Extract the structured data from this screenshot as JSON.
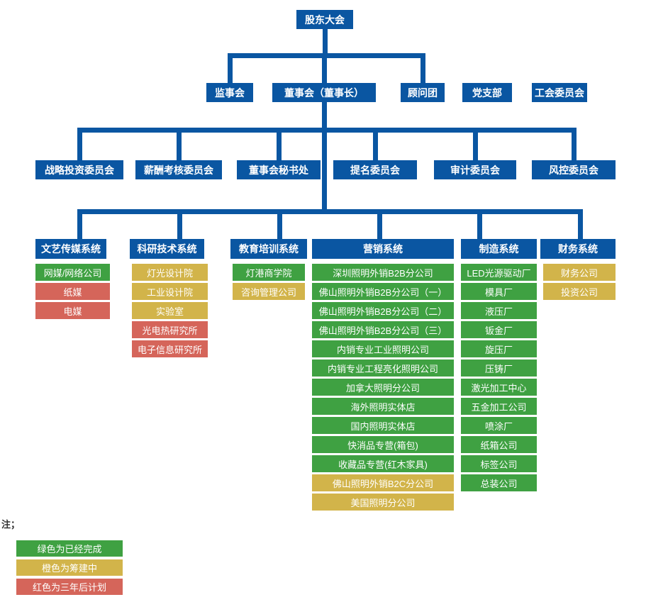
{
  "colors": {
    "node_blue": "#0A56A2",
    "status_green": "#3FA142",
    "status_yellow": "#D2B44A",
    "status_red": "#D5655A",
    "connector": "#0A56A2",
    "node_text": "#FFFFFF",
    "note_text": "#333333"
  },
  "root": {
    "label": "股东大会"
  },
  "level2": [
    {
      "id": "supervisory-board",
      "label": "监事会"
    },
    {
      "id": "board-of-directors",
      "label": "董事会（董事长）"
    },
    {
      "id": "advisory-group",
      "label": "顾问团"
    },
    {
      "id": "party-branch",
      "label": "党支部"
    },
    {
      "id": "union-committee",
      "label": "工会委员会"
    }
  ],
  "committees": [
    {
      "label": "战略投资委员会"
    },
    {
      "label": "薪酬考核委员会"
    },
    {
      "label": "董事会秘书处"
    },
    {
      "label": "提名委员会"
    },
    {
      "label": "审计委员会"
    },
    {
      "label": "风控委员会"
    }
  ],
  "systems": [
    {
      "label": "文艺传媒系统",
      "children": [
        {
          "label": "网媒/网络公司",
          "status": "green"
        },
        {
          "label": "纸媒",
          "status": "red"
        },
        {
          "label": "电媒",
          "status": "red"
        }
      ]
    },
    {
      "label": "科研技术系统",
      "children": [
        {
          "label": "灯光设计院",
          "status": "yellow"
        },
        {
          "label": "工业设计院",
          "status": "yellow"
        },
        {
          "label": "实验室",
          "status": "yellow"
        },
        {
          "label": "光电热研究所",
          "status": "red"
        },
        {
          "label": "电子信息研究所",
          "status": "red"
        }
      ]
    },
    {
      "label": "教育培训系统",
      "children": [
        {
          "label": "灯港商学院",
          "status": "green"
        },
        {
          "label": "咨询管理公司",
          "status": "yellow"
        }
      ]
    },
    {
      "label": "营销系统",
      "children": [
        {
          "label": "深圳照明外销B2B分公司",
          "status": "green"
        },
        {
          "label": "佛山照明外销B2B分公司（一）",
          "status": "green"
        },
        {
          "label": "佛山照明外销B2B分公司（二）",
          "status": "green"
        },
        {
          "label": "佛山照明外销B2B分公司（三）",
          "status": "green"
        },
        {
          "label": "内销专业工业照明公司",
          "status": "green"
        },
        {
          "label": "内销专业工程亮化照明公司",
          "status": "green"
        },
        {
          "label": "加拿大照明分公司",
          "status": "green"
        },
        {
          "label": "海外照明实体店",
          "status": "green"
        },
        {
          "label": "国内照明实体店",
          "status": "green"
        },
        {
          "label": "快消品专营(箱包)",
          "status": "green"
        },
        {
          "label": "收藏品专营(红木家具)",
          "status": "green"
        },
        {
          "label": "佛山照明外销B2C分公司",
          "status": "yellow"
        },
        {
          "label": "美国照明分公司",
          "status": "yellow"
        }
      ]
    },
    {
      "label": "制造系统",
      "children": [
        {
          "label": "LED光源驱动厂",
          "status": "green"
        },
        {
          "label": "模具厂",
          "status": "green"
        },
        {
          "label": "液压厂",
          "status": "green"
        },
        {
          "label": "钣金厂",
          "status": "green"
        },
        {
          "label": "旋压厂",
          "status": "green"
        },
        {
          "label": "压铸厂",
          "status": "green"
        },
        {
          "label": "激光加工中心",
          "status": "green"
        },
        {
          "label": "五金加工公司",
          "status": "green"
        },
        {
          "label": "喷涂厂",
          "status": "green"
        },
        {
          "label": "纸箱公司",
          "status": "green"
        },
        {
          "label": "标签公司",
          "status": "green"
        },
        {
          "label": "总装公司",
          "status": "green"
        }
      ]
    },
    {
      "label": "财务系统",
      "children": [
        {
          "label": "财务公司",
          "status": "yellow"
        },
        {
          "label": "投资公司",
          "status": "yellow"
        }
      ]
    }
  ],
  "legend": {
    "note": "注；",
    "items": [
      {
        "label": "绿色为已经完成",
        "status": "green"
      },
      {
        "label": "橙色为筹建中",
        "status": "yellow"
      },
      {
        "label": "红色为三年后计划",
        "status": "red"
      }
    ]
  }
}
